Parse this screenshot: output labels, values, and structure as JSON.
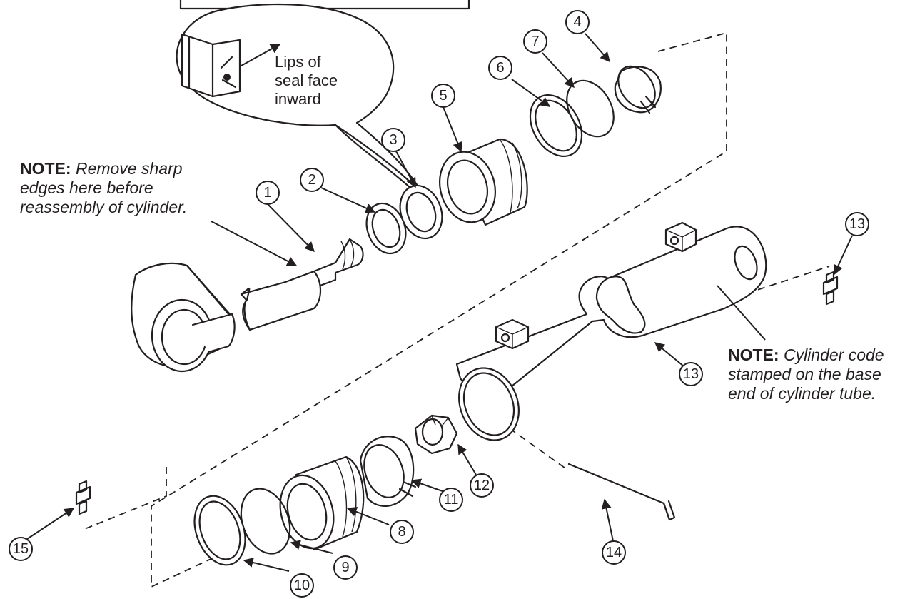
{
  "notes": {
    "rod_note_label": "NOTE:",
    "rod_note_text_1": "Remove sharp",
    "rod_note_text_2": "edges here before",
    "rod_note_text_3": "reassembly of cylinder.",
    "cyl_note_label": "NOTE:",
    "cyl_note_text_1": "Cylinder code",
    "cyl_note_text_2": "stamped on the base",
    "cyl_note_text_3": "end of cylinder tube.",
    "seal_line_1": "Lips of",
    "seal_line_2": "seal face",
    "seal_line_3": "inward"
  },
  "callouts": [
    "1",
    "2",
    "3",
    "4",
    "5",
    "6",
    "7",
    "8",
    "9",
    "10",
    "11",
    "12",
    "13",
    "13",
    "14",
    "15"
  ],
  "ink_color": "#231f20"
}
